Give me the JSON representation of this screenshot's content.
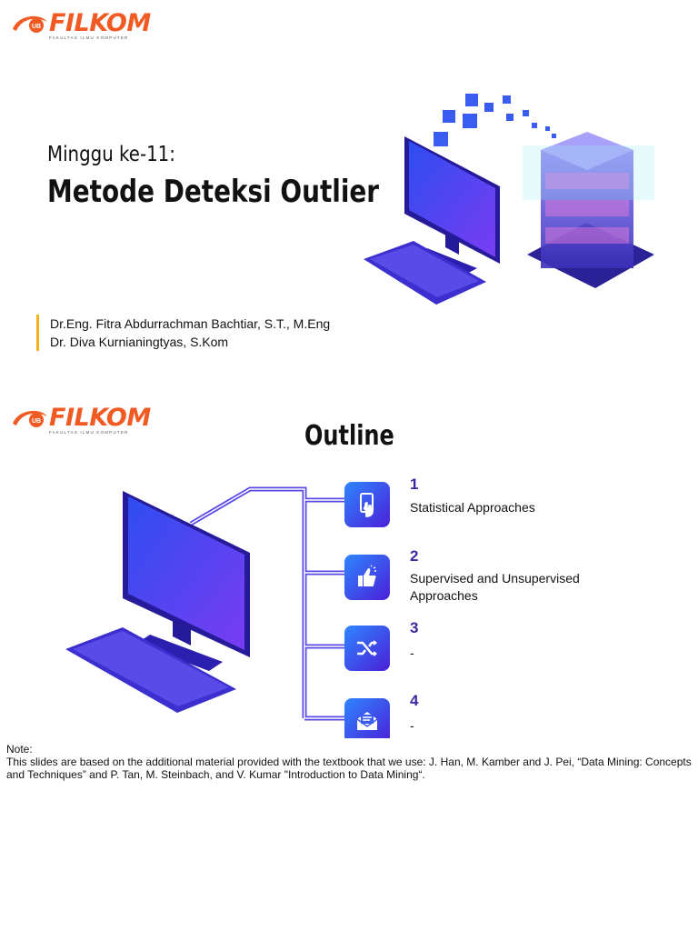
{
  "logo": {
    "text": "FILKOM",
    "badge": "UB",
    "tagline": "FAKULTAS ILMU KOMPUTER"
  },
  "slide1": {
    "subtitle": "Minggu ke-11:",
    "title": "Metode Deteksi Outlier",
    "authors": [
      "Dr.Eng. Fitra Abdurrachman Bachtiar, S.T., M.Eng",
      "Dr. Diva Kurnianingtyas, S.Kom"
    ]
  },
  "slide2": {
    "title": "Outline",
    "items": [
      {
        "number": "1",
        "text": "Statistical Approaches",
        "icon": "touch-phone-icon"
      },
      {
        "number": "2",
        "text": "Supervised and Unsupervised Approaches",
        "icon": "thumbs-up-icon"
      },
      {
        "number": "3",
        "text": "-",
        "icon": "shuffle-icon"
      },
      {
        "number": "4",
        "text": "-",
        "icon": "envelope-icon"
      }
    ]
  },
  "note": {
    "label": "Note:",
    "text": "This slides are based on the additional material provided with the textbook that we use: J. Han, M. Kamber and J. Pei, “Data Mining: Concepts and Techniques” and P. Tan, M. Steinbach, and V. Kumar \"Introduction to Data Mining“."
  },
  "colors": {
    "accent": "#f15a22",
    "purple": "#3a2aa0",
    "gold": "#f6b21a",
    "blue": "#2f86ff"
  }
}
